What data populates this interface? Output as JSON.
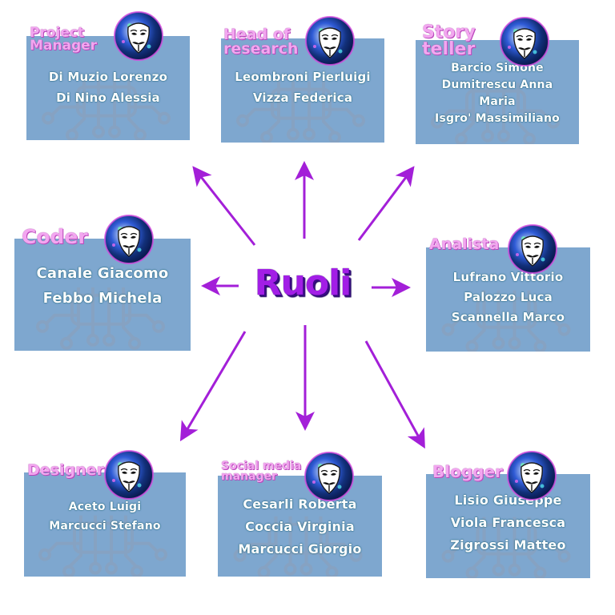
{
  "center": {
    "title": "Ruoli"
  },
  "colors": {
    "card": "#7ea7cf",
    "title": "#f3a6f0",
    "arrow": "#a31fd8",
    "center": "#a21ee6"
  },
  "icon": "anonymous-mask-globe-icon",
  "roles": [
    {
      "title_lines": [
        "Project",
        "Manager"
      ],
      "names": [
        "Di Muzio Lorenzo",
        "Di Nino Alessia"
      ]
    },
    {
      "title_lines": [
        "Head of",
        "research"
      ],
      "names": [
        "Leombroni Pierluigi",
        "Vizza Federica"
      ]
    },
    {
      "title_lines": [
        "Story",
        "teller"
      ],
      "names": [
        "Barcio Simone",
        "Dumitrescu Anna",
        "Maria",
        "Isgro' Massimiliano"
      ]
    },
    {
      "title_lines": [
        "Coder"
      ],
      "names": [
        "Canale Giacomo",
        "Febbo Michela"
      ]
    },
    {
      "title_lines": [
        "Analista"
      ],
      "names": [
        "Lufrano Vittorio",
        "Palozzo Luca",
        "Scannella Marco"
      ]
    },
    {
      "title_lines": [
        "Designer"
      ],
      "names": [
        "Aceto Luigi",
        "Marcucci Stefano"
      ]
    },
    {
      "title_lines": [
        "Social media",
        "manager"
      ],
      "names": [
        "Cesarli Roberta",
        "Coccia Virginia",
        "Marcucci Giorgio"
      ]
    },
    {
      "title_lines": [
        "Blogger"
      ],
      "names": [
        "Lisio Giuseppe",
        "Viola Francesca",
        "Zigrossi Matteo"
      ]
    }
  ]
}
